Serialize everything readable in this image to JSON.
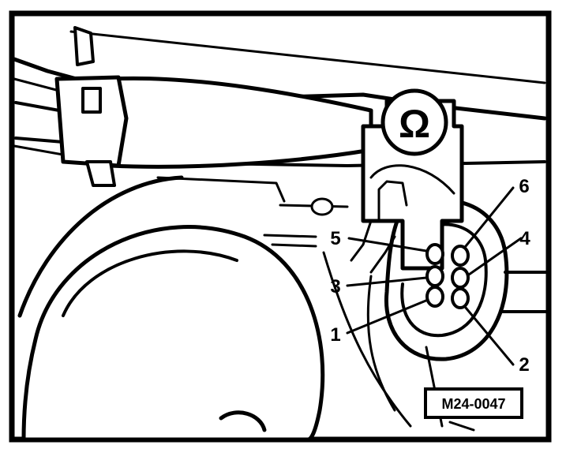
{
  "figure": {
    "reference_code": "M24-0047",
    "meter_symbol": "Ω",
    "pin_labels": [
      {
        "id": "pin-5",
        "text": "5"
      },
      {
        "id": "pin-3",
        "text": "3"
      },
      {
        "id": "pin-1",
        "text": "1"
      },
      {
        "id": "pin-6",
        "text": "6"
      },
      {
        "id": "pin-4",
        "text": "4"
      },
      {
        "id": "pin-2",
        "text": "2"
      }
    ]
  }
}
